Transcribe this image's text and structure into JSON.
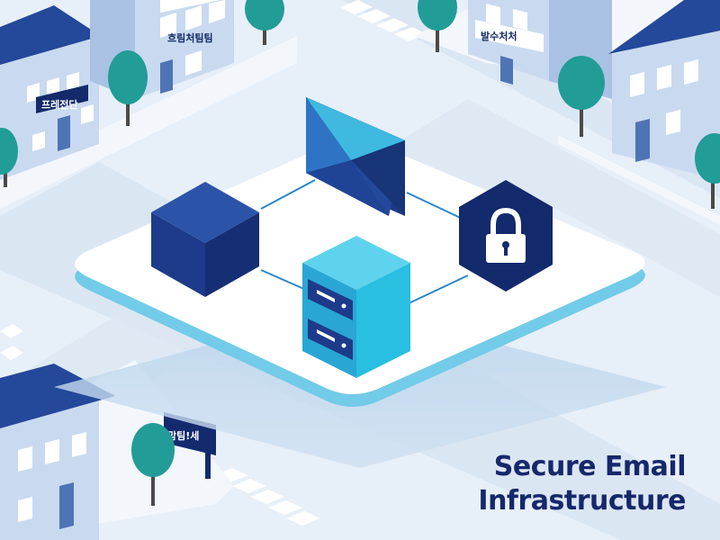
{
  "caption": {
    "line1": "Secure Email",
    "line2": "Infrastructure"
  },
  "signs": {
    "top_left_building": "프레전단",
    "top_center_building": "흐림처팀팀",
    "top_right_building": "발수처처",
    "bottom_left_signpost": "맘팀!세"
  },
  "icons": {
    "email": "envelope-icon",
    "server": "server-rack-icon",
    "security": "padlock-icon",
    "storage": "storage-cube-icon"
  },
  "colors": {
    "background": "#e7eff8",
    "road": "#d6e3f1",
    "platform": "#ffffff",
    "platform_edge": "#71cbe8",
    "navy": "#1d3b8a",
    "navy_dark": "#132a6d",
    "cyan": "#28bfe0",
    "caption": "#16286b",
    "tree": "#229c97"
  }
}
